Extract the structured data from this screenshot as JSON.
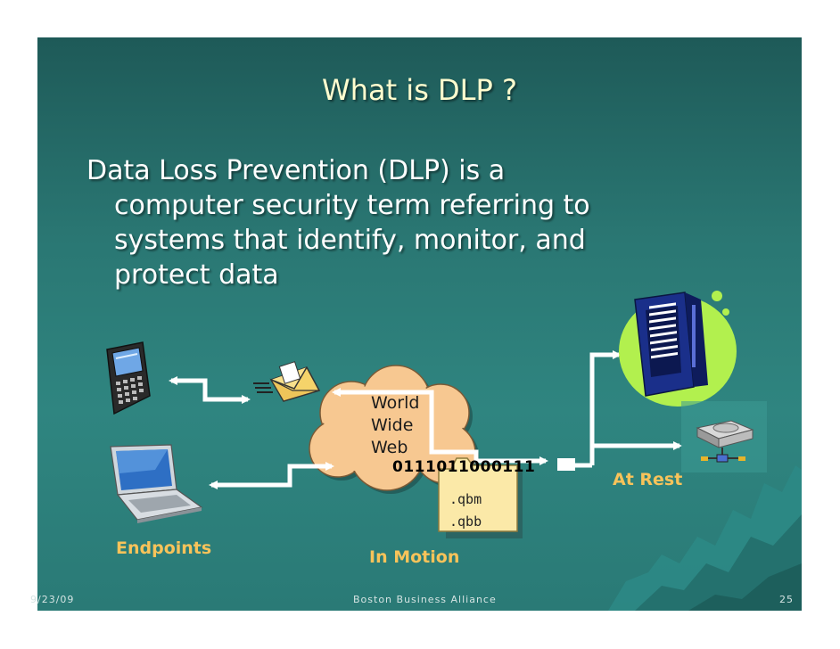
{
  "slide": {
    "title": "What is DLP ?",
    "bullet_lines": [
      "Data Loss Prevention (DLP) is a",
      "computer security term referring to",
      "systems that identify, monitor, and",
      "protect data"
    ]
  },
  "diagram": {
    "cloud_lines": [
      "World",
      "Wide",
      "Web"
    ],
    "binary": "0111011000111",
    "file_lines": [
      ".qbm",
      ".qbb"
    ],
    "labels": {
      "endpoints": "Endpoints",
      "in_motion": "In Motion",
      "at_rest": "At Rest"
    }
  },
  "footer": {
    "date": "9/23/09",
    "center": "Boston Business Alliance",
    "page": "25"
  },
  "colors": {
    "background": "#2a7773",
    "title": "#fffdcf",
    "label": "#f8c35a",
    "cloud": "#f7c891",
    "file": "#fbe9a8"
  }
}
